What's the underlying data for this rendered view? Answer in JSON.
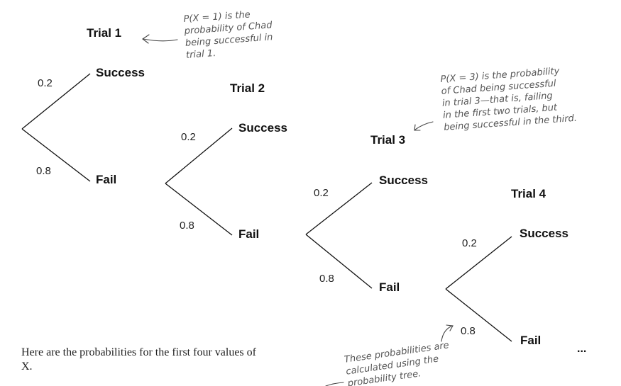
{
  "tree": {
    "trials": [
      "Trial 1",
      "Trial 2",
      "Trial 3",
      "Trial 4"
    ],
    "success_label": "Success",
    "fail_label": "Fail",
    "p_success": "0.2",
    "p_fail": "0.8",
    "ellipsis": "..."
  },
  "annotations": {
    "trial1_note": [
      "P(X = 1) is the",
      "probability of Chad",
      "being successful in",
      "trial 1."
    ],
    "trial3_note": [
      "P(X = 3) is the probability",
      "of Chad being successful",
      "in trial 3—that is, failing",
      "in the first two trials, but",
      "being successful in the third."
    ],
    "bottom_note": [
      "These probabilities are",
      "calculated using the",
      "probability tree."
    ]
  },
  "caption": "Here are the probabilities for the first four values of X."
}
